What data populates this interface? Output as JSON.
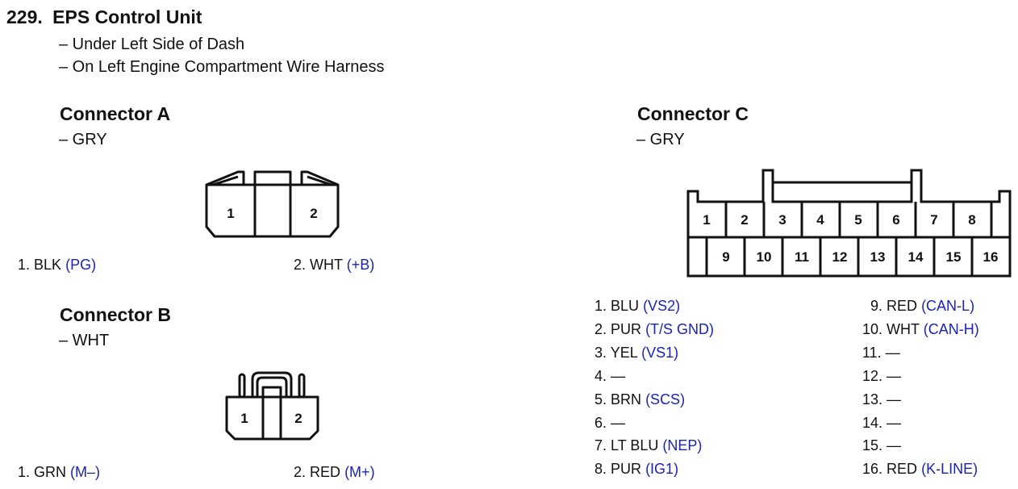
{
  "header": {
    "number": "229.",
    "title": "EPS Control Unit",
    "locations": [
      "– Under Left Side of Dash",
      "– On Left Engine Compartment Wire Harness"
    ]
  },
  "connectors": {
    "a": {
      "title": "Connector A",
      "color": "– GRY",
      "face_labels": [
        "1",
        "2"
      ],
      "pins": [
        {
          "label": "1.",
          "wire": "BLK",
          "signal": "(PG)"
        },
        {
          "label": "2.",
          "wire": "WHT",
          "signal": "(+B)"
        }
      ]
    },
    "b": {
      "title": "Connector B",
      "color": "– WHT",
      "face_labels": [
        "1",
        "2"
      ],
      "pins": [
        {
          "label": "1.",
          "wire": "GRN",
          "signal": "(M–)"
        },
        {
          "label": "2.",
          "wire": "RED",
          "signal": "(M+)"
        }
      ]
    },
    "c": {
      "title": "Connector C",
      "color": "– GRY",
      "face_top": [
        "1",
        "2",
        "3",
        "4",
        "5",
        "6",
        "7",
        "8"
      ],
      "face_bottom": [
        "9",
        "10",
        "11",
        "12",
        "13",
        "14",
        "15",
        "16"
      ],
      "pins": [
        {
          "label": "1.",
          "wire": "BLU",
          "signal": "(VS2)"
        },
        {
          "label": "2.",
          "wire": "PUR",
          "signal": "(T/S GND)"
        },
        {
          "label": "3.",
          "wire": "YEL",
          "signal": "(VS1)"
        },
        {
          "label": "4.",
          "wire": "—",
          "signal": ""
        },
        {
          "label": "5.",
          "wire": "BRN",
          "signal": "(SCS)"
        },
        {
          "label": "6.",
          "wire": "—",
          "signal": ""
        },
        {
          "label": "7.",
          "wire": "LT BLU",
          "signal": "(NEP)"
        },
        {
          "label": "8.",
          "wire": "PUR",
          "signal": "(IG1)"
        },
        {
          "label": "9.",
          "wire": "RED",
          "signal": "(CAN-L)"
        },
        {
          "label": "10.",
          "wire": "WHT",
          "signal": "(CAN-H)"
        },
        {
          "label": "11.",
          "wire": "—",
          "signal": ""
        },
        {
          "label": "12.",
          "wire": "—",
          "signal": ""
        },
        {
          "label": "13.",
          "wire": "—",
          "signal": ""
        },
        {
          "label": "14.",
          "wire": "—",
          "signal": ""
        },
        {
          "label": "15.",
          "wire": "—",
          "signal": ""
        },
        {
          "label": "16.",
          "wire": "RED",
          "signal": "(K-LINE)"
        }
      ]
    }
  },
  "colors": {
    "signal": "#1a22b8",
    "line": "#111111"
  }
}
